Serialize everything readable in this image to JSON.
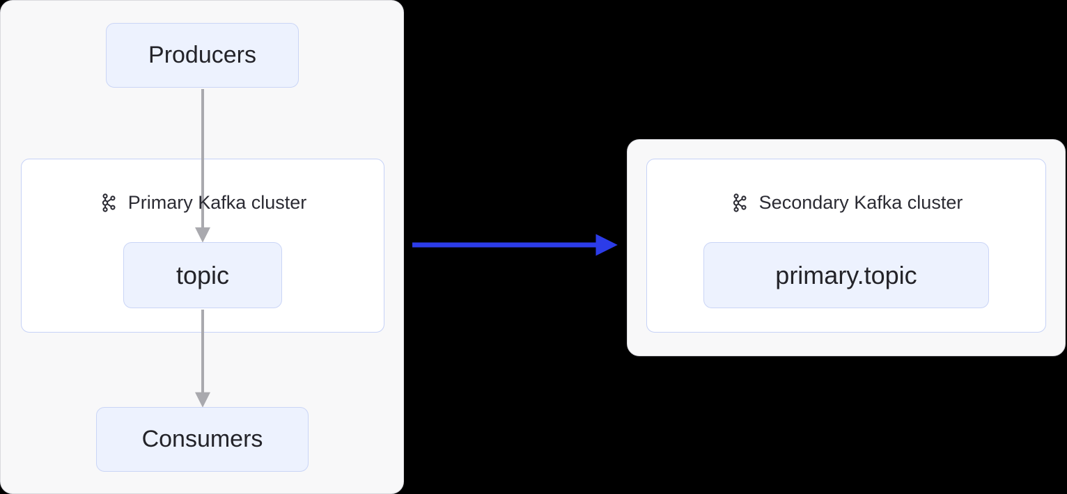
{
  "primary_group": {
    "producers": "Producers",
    "cluster_title": "Primary Kafka cluster",
    "topic": "topic",
    "consumers": "Consumers"
  },
  "secondary_group": {
    "cluster_title": "Secondary Kafka cluster",
    "topic": "primary.topic"
  },
  "icons": {
    "primary_cluster_icon": "kafka-icon",
    "secondary_cluster_icon": "kafka-icon"
  },
  "colors": {
    "page_background": "#000000",
    "group_background": "#f8f8f9",
    "group_border": "#d9d9de",
    "cluster_background": "#ffffff",
    "cluster_border": "#c6d2f7",
    "node_background": "#edf2fe",
    "node_border": "#cad5f6",
    "text": "#26262e",
    "flow_arrow": "#a9a9ae",
    "replication_arrow": "#2c3ce8"
  }
}
